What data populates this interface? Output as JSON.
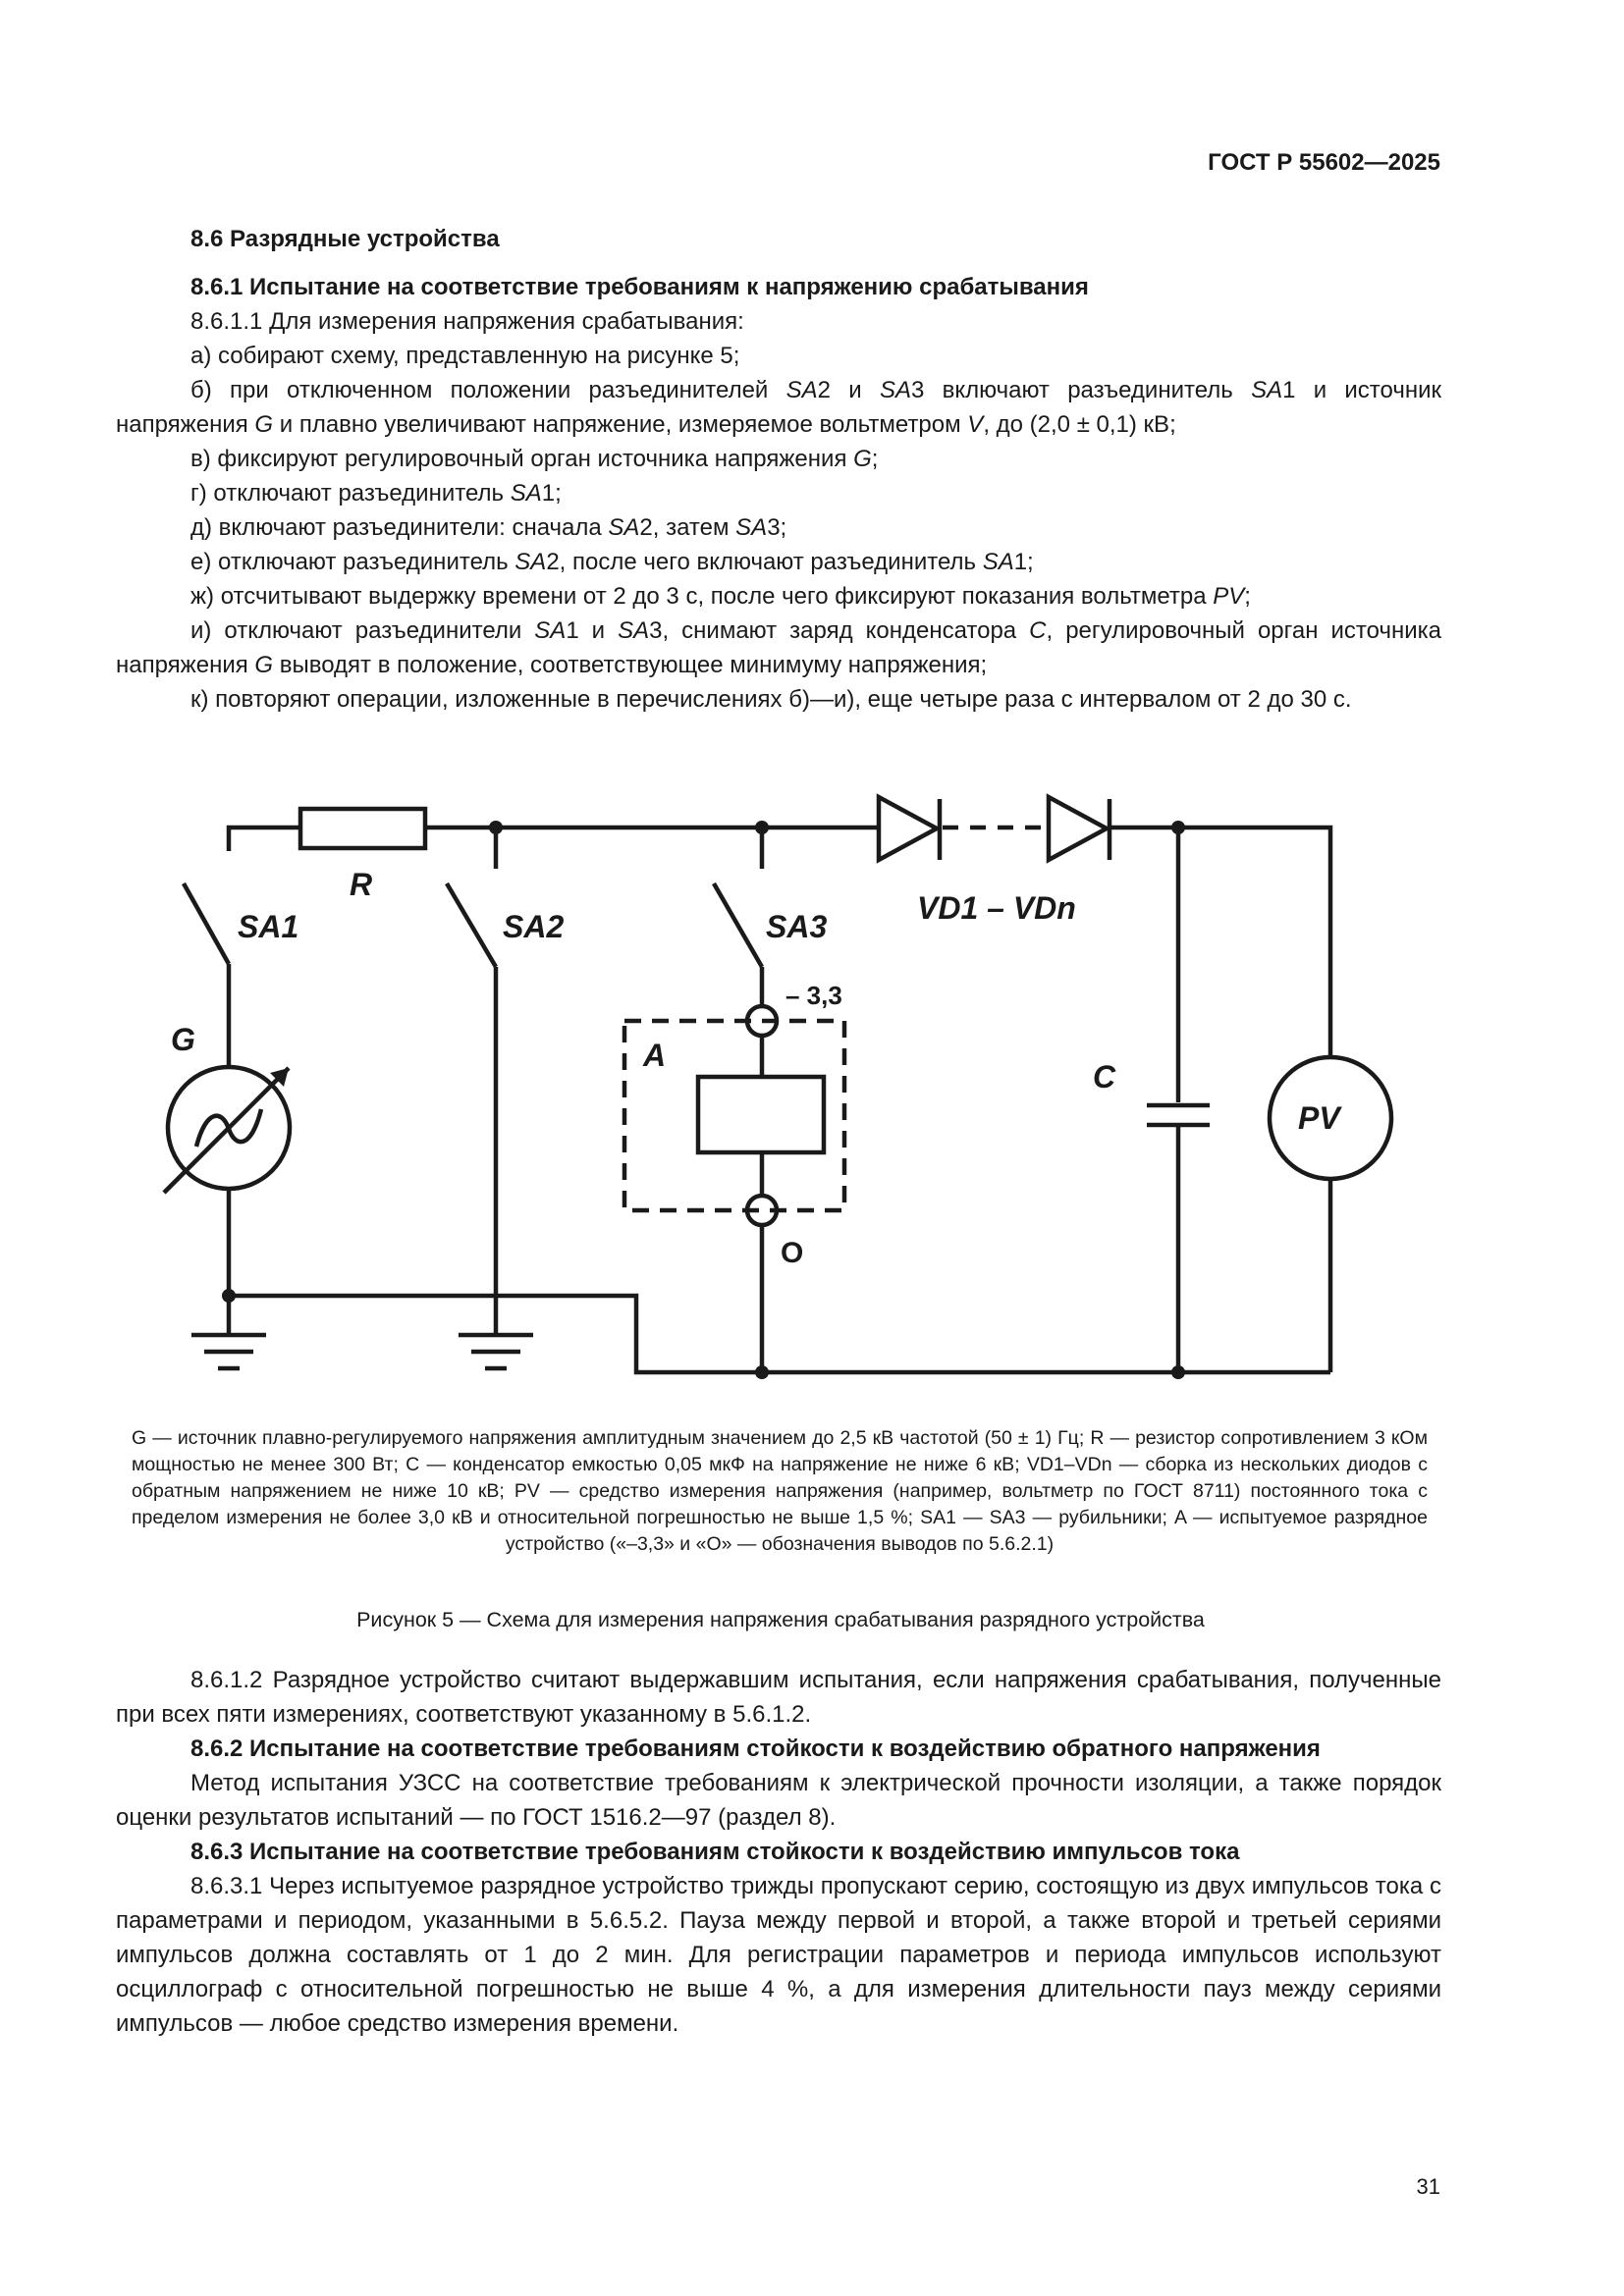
{
  "header": {
    "doc_number": "ГОСТ Р 55602—2025"
  },
  "section": {
    "heading": "8.6  Разрядные устройства",
    "sub1_heading": "8.6.1  Испытание на соответствие требованиям к напряжению срабатывания",
    "p_8_6_1_1": "8.6.1.1  Для измерения напряжения срабатывания:",
    "items": {
      "a": "а)  собирают схему, представленную на рисунке 5;",
      "b_1": "б)  при отключенном положении разъединителей ",
      "b_sa2": "SA",
      "b_2": "2 и ",
      "b_sa3": "SA",
      "b_3": "3 включают разъединитель ",
      "b_sa1": "SA",
      "b_4": "1 и источник напряжения ",
      "b_g": "G",
      "b_5": " и плавно увеличивают напряжение, измеряемое вольтметром ",
      "b_v": "V",
      "b_6": ", до (2,0 ± 0,1) кВ;",
      "v_1": "в)  фиксируют регулировочный орган источника напряжения ",
      "v_g": "G",
      "v_2": ";",
      "g_1": "г)  отключают разъединитель ",
      "g_sa": "SA",
      "g_2": "1;",
      "d_1": "д)  включают разъединители: сначала ",
      "d_sa2": "SA",
      "d_2": "2, затем ",
      "d_sa3": "SA",
      "d_3": "3;",
      "e_1": "е)  отключают разъединитель ",
      "e_sa2": "SA",
      "e_2": "2, после чего включают разъединитель ",
      "e_sa1": "SA",
      "e_3": "1;",
      "zh_1": "ж)  отсчитывают выдержку времени от 2 до 3 с, после чего фиксируют показания вольтметра ",
      "zh_pv": "PV",
      "zh_2": ";",
      "i_1": "и)  отключают разъединители ",
      "i_sa1": "SA",
      "i_2": "1 и ",
      "i_sa3": "SA",
      "i_3": "3, снимают заряд конденсатора ",
      "i_c": "C",
      "i_4": ", регулировочный орган источника напряжения ",
      "i_g": "G",
      "i_5": " выводят в положение, соответствующее минимуму напряжения;",
      "k": "к)  повторяют операции, изложенные в перечислениях б)—и), еще четыре раза с интервалом от 2 до 30 с."
    }
  },
  "figure": {
    "labels": {
      "R": "R",
      "SA1": "SA1",
      "SA2": "SA2",
      "SA3": "SA3",
      "VD": "VD1 – VDn",
      "G": "G",
      "A": "A",
      "C": "C",
      "PV": "PV",
      "term_top": "– 3,3",
      "term_bottom": "O"
    },
    "legend": "G — источник плавно-регулируемого напряжения амплитудным значением до 2,5 кВ частотой (50 ± 1) Гц; R — резистор сопротивлением 3 кОм мощностью не менее 300 Вт; C — конденсатор емкостью 0,05 мкФ на напряжение не ниже 6 кВ; VD1–VDn — сборка из нескольких диодов с обратным напряжением не ниже 10 кВ; PV — средство измерения напряжения (например, вольтметр по ГОСТ 8711) постоянного тока с пределом измерения не более 3,0 кВ и относительной погрешностью не выше 1,5 %; SA1 — SA3 — рубильники; A — испытуемое разрядное устройство («–3,3» и «О» — обозначения выводов по 5.6.2.1)",
    "caption": "Рисунок 5 — Схема для измерения напряжения срабатывания разрядного устройства"
  },
  "after": {
    "p_8_6_1_2": "8.6.1.2  Разрядное устройство считают выдержавшим испытания, если напряжения срабатывания, полученные при всех пяти измерениях, соответствуют указанному в 5.6.1.2.",
    "h_8_6_2": "8.6.2  Испытание на соответствие требованиям стойкости к воздействию обратного напряжения",
    "p_8_6_2": "Метод испытания УЗСС на соответствие требованиям к электрической прочности изоляции, а также порядок оценки результатов испытаний — по ГОСТ 1516.2—97 (раздел 8).",
    "h_8_6_3": "8.6.3  Испытание на соответствие требованиям стойкости к воздействию импульсов тока",
    "p_8_6_3_1": "8.6.3.1  Через испытуемое разрядное устройство трижды пропускают серию, состоящую из двух импульсов тока с параметрами и периодом, указанными в 5.6.5.2. Пауза между первой и второй, а также второй и третьей сериями импульсов должна составлять от 1 до 2 мин. Для регистрации параметров и периода импульсов используют осциллограф с относительной погрешностью не выше 4 %, а для измерения длительности пауз между сериями импульсов — любое средство измерения времени."
  },
  "page_number": "31"
}
